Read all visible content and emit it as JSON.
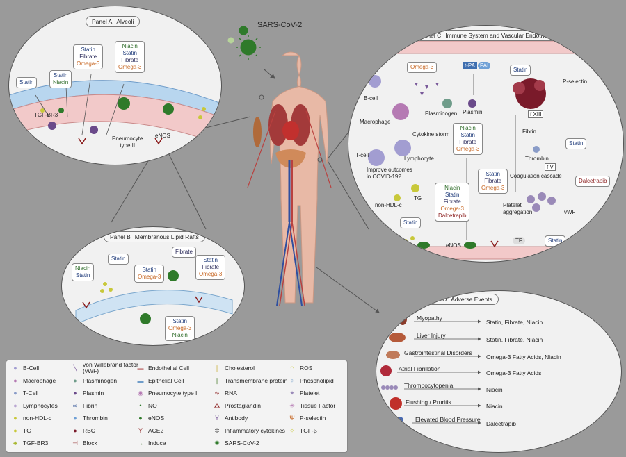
{
  "virus_label": "SARS-CoV-2",
  "panel_a": {
    "tag": "Panel A",
    "title": "Alveoli",
    "drugs": [
      {
        "items": [
          {
            "t": "Statin",
            "c": "statin"
          }
        ]
      },
      {
        "items": [
          {
            "t": "Statin",
            "c": "statin"
          },
          {
            "t": "Niacin",
            "c": "niacin"
          }
        ]
      },
      {
        "items": [
          {
            "t": "Statin",
            "c": "statin"
          },
          {
            "t": "Fibrate",
            "c": "fibrate"
          },
          {
            "t": "Omega-3",
            "c": "omega"
          }
        ]
      },
      {
        "items": [
          {
            "t": "Niacin",
            "c": "niacin"
          },
          {
            "t": "Statin",
            "c": "statin"
          },
          {
            "t": "Fibrate",
            "c": "fibrate"
          },
          {
            "t": "Omega-3",
            "c": "omega"
          }
        ]
      }
    ],
    "labels": {
      "tgfbr3": "TGF-BR3",
      "pneumocyte": "Pneumocyte\ntype II",
      "enos": "eNOS"
    }
  },
  "panel_b": {
    "tag": "Panel B",
    "title": "Membranous Lipid Rafts",
    "drugs": [
      {
        "items": [
          {
            "t": "Niacin",
            "c": "niacin"
          },
          {
            "t": "Statin",
            "c": "statin"
          }
        ]
      },
      {
        "items": [
          {
            "t": "Statin",
            "c": "statin"
          }
        ]
      },
      {
        "items": [
          {
            "t": "Statin",
            "c": "statin"
          },
          {
            "t": "Omega-3",
            "c": "omega"
          }
        ]
      },
      {
        "items": [
          {
            "t": "Fibrate",
            "c": "fibrate"
          }
        ]
      },
      {
        "items": [
          {
            "t": "Statin",
            "c": "statin"
          },
          {
            "t": "Fibrate",
            "c": "fibrate"
          },
          {
            "t": "Omega-3",
            "c": "omega"
          }
        ]
      },
      {
        "items": [
          {
            "t": "Statin",
            "c": "statin"
          },
          {
            "t": "Omega-3",
            "c": "omega"
          },
          {
            "t": "Niacin",
            "c": "niacin"
          }
        ]
      }
    ]
  },
  "panel_c": {
    "tag": "Panel C",
    "title": "Immune System and Vascular Endothelium",
    "labels": {
      "tpa": "t-PA",
      "pai": "PAI",
      "pselectin": "P-selectin",
      "bcell": "B-cell",
      "macrophage": "Macrophage",
      "plasminogen": "Plasminogen",
      "plasmin": "Plasmin",
      "cytokine_storm": "Cytokine storm",
      "tcell": "T-cell",
      "lymphocyte": "Lymphocyte",
      "fxiii": "f XIII",
      "fibrin": "Fibrin",
      "thrombin": "Thrombin",
      "fv": "f V",
      "coag": "Coagulation cascade",
      "improve": "Improve outcomes\nin COVID-19?",
      "tg": "TG",
      "nonhdl": "non-HDL-c",
      "platelet_agg": "Platelet\naggregation",
      "vwf": "vWF",
      "tf": "TF",
      "enos": "eNOS"
    },
    "drugs": [
      {
        "items": [
          {
            "t": "Omega-3",
            "c": "omega"
          }
        ]
      },
      {
        "items": [
          {
            "t": "Statin",
            "c": "statin"
          }
        ]
      },
      {
        "items": [
          {
            "t": "Niacin",
            "c": "niacin"
          },
          {
            "t": "Statin",
            "c": "statin"
          },
          {
            "t": "Fibrate",
            "c": "fibrate"
          },
          {
            "t": "Omega-3",
            "c": "omega"
          }
        ]
      },
      {
        "items": [
          {
            "t": "Statin",
            "c": "statin"
          }
        ]
      },
      {
        "items": [
          {
            "t": "Statin",
            "c": "statin"
          },
          {
            "t": "Fibrate",
            "c": "fibrate"
          },
          {
            "t": "Omega-3",
            "c": "omega"
          }
        ]
      },
      {
        "items": [
          {
            "t": "Dalcetrapib",
            "c": "dalc"
          }
        ]
      },
      {
        "items": [
          {
            "t": "Niacin",
            "c": "niacin"
          },
          {
            "t": "Statin",
            "c": "statin"
          },
          {
            "t": "Fibrate",
            "c": "fibrate"
          },
          {
            "t": "Omega-3",
            "c": "omega"
          },
          {
            "t": "Dalcetrapib",
            "c": "dalc"
          }
        ]
      },
      {
        "items": [
          {
            "t": "Statin",
            "c": "statin"
          }
        ]
      },
      {
        "items": [
          {
            "t": "Statin",
            "c": "statin"
          }
        ]
      }
    ]
  },
  "panel_d": {
    "tag": "Panel D",
    "title": "Adverse Events",
    "rows": [
      {
        "event": "Myopathy",
        "drugs": "Statin, Fibrate, Niacin"
      },
      {
        "event": "Liver Injury",
        "drugs": "Statin, Fibrate, Niacin"
      },
      {
        "event": "Gastrointestinal Disorders",
        "drugs": "Omega-3 Fatty Acids, Niacin"
      },
      {
        "event": "Atrial Fibrillation",
        "drugs": "Omega-3 Fatty Acids"
      },
      {
        "event": "Thrombocytopenia",
        "drugs": "Niacin"
      },
      {
        "event": "Flushing / Pruritis",
        "drugs": "Niacin"
      },
      {
        "event": "Elevated Blood Pressure",
        "drugs": "Dalcetrapib"
      }
    ]
  },
  "legend": {
    "col1": [
      "B-Cell",
      "Macrophage",
      "T-Cell",
      "Lymphocytes",
      "non-HDL-c",
      "TG",
      "TGF-BR3"
    ],
    "col2": [
      "von Willebrand factor\n(vWF)",
      "Plasminogen",
      "Plasmin",
      "Fibrin",
      "Thrombin",
      "RBC",
      "Block"
    ],
    "col3": [
      "Endothelial Cell",
      "Epithelial Cell",
      "Pneumocyte type II",
      "NO",
      "eNOS",
      "ACE2",
      "Induce"
    ],
    "col4": [
      "Cholesterol",
      "Transmembrane protein",
      "RNA",
      "Prostaglandin",
      "Antibody",
      "Inflammatory cytokines",
      "SARS-CoV-2"
    ],
    "col5": [
      "ROS",
      "Phospholipid",
      "Platelet",
      "Tissue Factor",
      "P-selectin",
      "TGF-β"
    ]
  },
  "colors": {
    "statin": "#1f3b7a",
    "niacin": "#2f6d2a",
    "omega": "#c5621c",
    "dalc": "#8a1c1c",
    "virus": "#2f7a2a",
    "vessel": "#b9413f",
    "endo": "#f2c9c9"
  }
}
